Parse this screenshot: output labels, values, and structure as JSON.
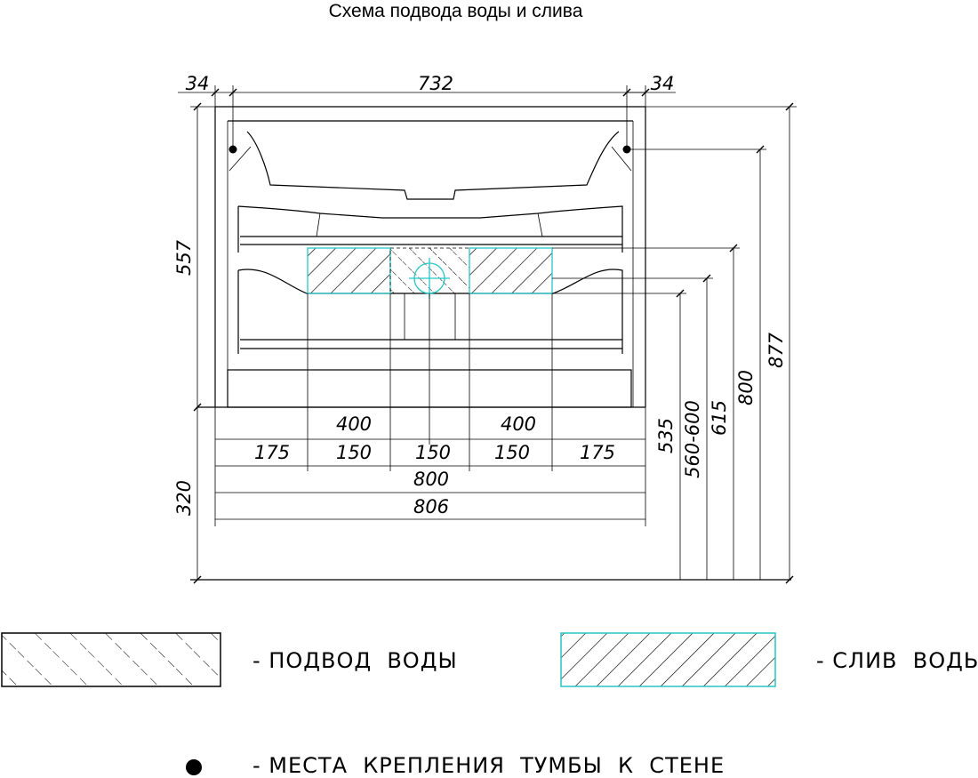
{
  "title": "Схема подвода воды и слива",
  "dimensions": {
    "top_left": "34",
    "top_middle": "732",
    "top_right": "34",
    "left_upper": "557",
    "left_lower": "320",
    "half_left": "400",
    "half_right": "400",
    "seg1": "175",
    "seg2": "150",
    "seg3": "150",
    "seg4": "150",
    "seg5": "175",
    "inner_width": "800",
    "outer_width": "806",
    "v535": "535",
    "v560_600": "560-600",
    "v615": "615",
    "v800": "800",
    "v877": "877"
  },
  "legend": {
    "water_supply": "- ПОДВОД  ВОДЫ",
    "water_drain": "- СЛИВ  ВОДЫ",
    "mount_points": "- МЕСТА  КРЕПЛЕНИЯ  ТУМБЫ  К  СТЕНЕ"
  },
  "colors": {
    "line": "#000000",
    "drain_hatch": "#26c6c6"
  }
}
